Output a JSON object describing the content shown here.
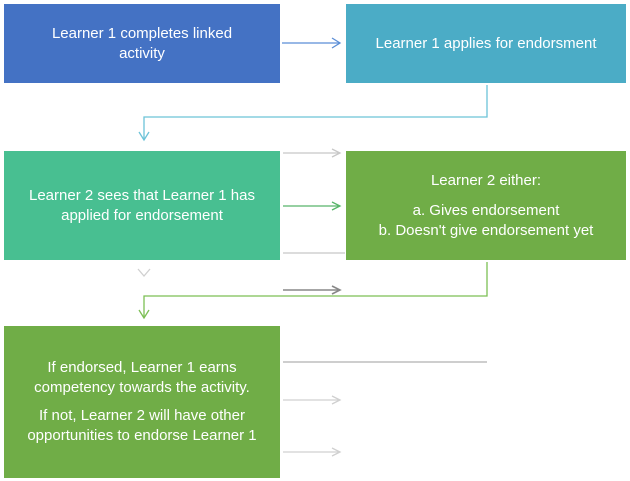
{
  "boxes": {
    "completes": "Learner 1 completes linked activity",
    "applies": "Learner 1 applies for endorsment",
    "sees": "Learner 2 sees that Learner 1 has applied for endorsement",
    "either": {
      "title": "Learner 2 either:",
      "option_a": "a. Gives endorsement",
      "option_b": "b. Doesn't give endorsement yet"
    },
    "outcome": {
      "endorsed": "If endorsed, Learner 1 earns competency towards the activity.",
      "not_endorsed": "If not, Learner 2 will have other opportunities to endorse Learner 1"
    }
  },
  "colors": {
    "blue": "#4472c4",
    "teal": "#4bacc6",
    "sea_green": "#48bf91",
    "green": "#70ad47"
  }
}
